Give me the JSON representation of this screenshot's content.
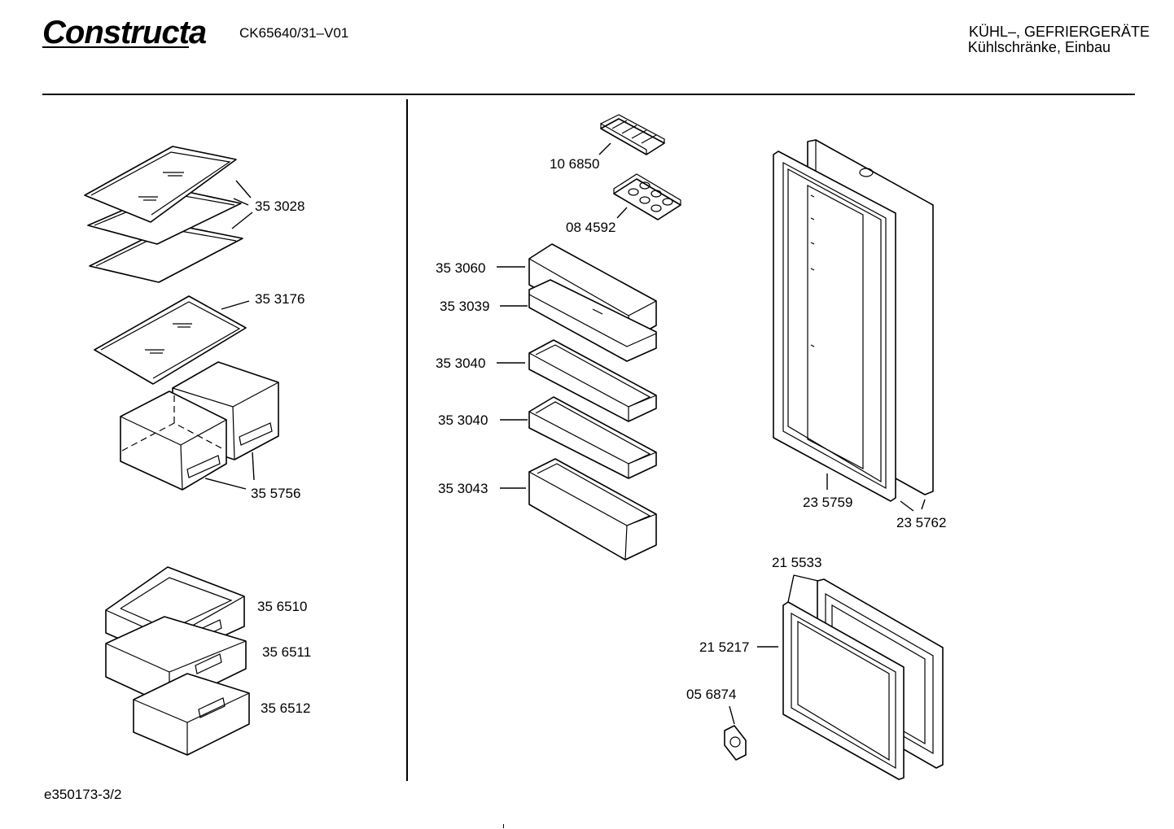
{
  "header": {
    "brand": "Constructa",
    "model": "CK65640/31–V01",
    "category_line1": "KÜHL–, GEFRIERGERÄTE",
    "category_line2": "Kühlschränke, Einbau"
  },
  "parts": {
    "p353028": "35 3028",
    "p353176": "35 3176",
    "p355756": "35 5756",
    "p356510": "35 6510",
    "p356511": "35 6511",
    "p356512": "35 6512",
    "p106850": "10 6850",
    "p084592": "08 4592",
    "p353060": "35 3060",
    "p353039": "35 3039",
    "p353040a": "35 3040",
    "p353040b": "35 3040",
    "p353043": "35 3043",
    "p235759": "23 5759",
    "p235762": "23 5762",
    "p215533": "21 5533",
    "p215217": "21 5217",
    "p056874": "05 6874"
  },
  "footer": {
    "doc_id": "e350173-3/2"
  }
}
